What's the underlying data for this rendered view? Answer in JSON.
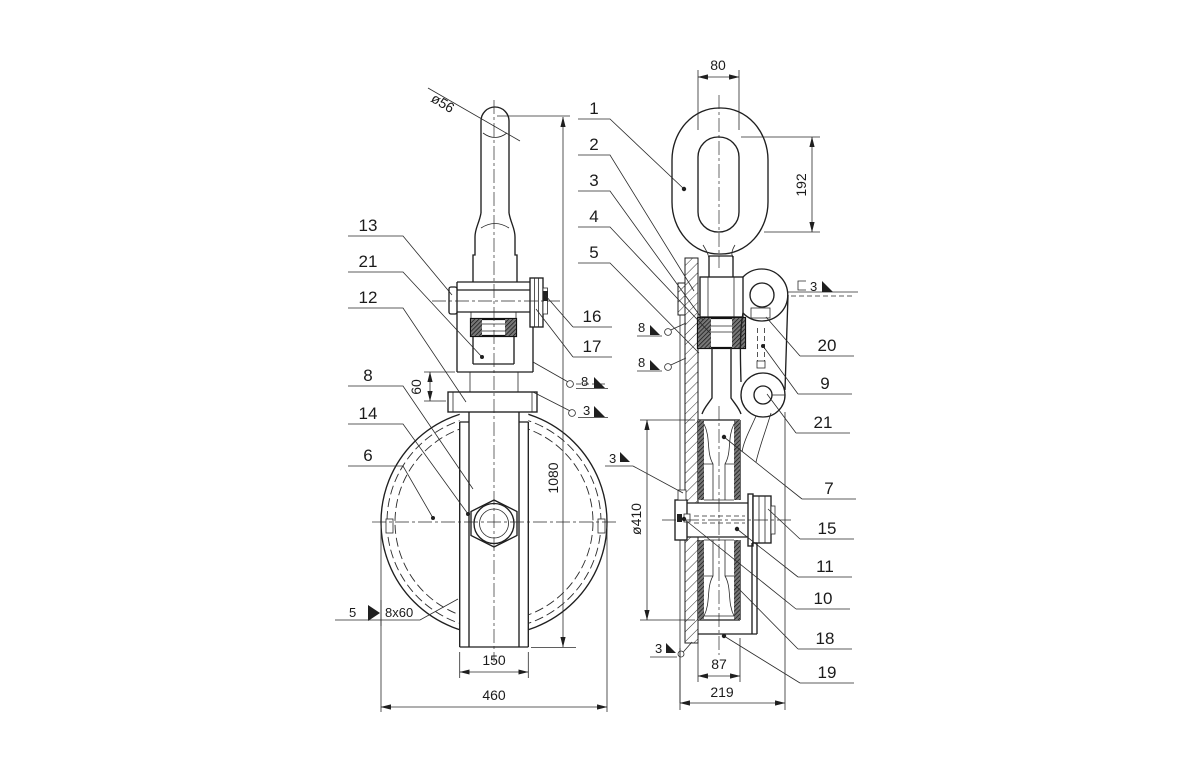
{
  "dimensions": {
    "shaft_dia": "ø56",
    "eye_width": "80",
    "eye_height": "192",
    "clevis_gap": "60",
    "overall_height": "1080",
    "strap_width": "150",
    "plate_width": "460",
    "sheave_dia": "ø410",
    "rim_width": "87",
    "side_width": "219"
  },
  "welds": {
    "pin_weld": "8",
    "band_weld": "3",
    "bottom_size": "5",
    "bottom_spec": "8x60",
    "side_top": "3",
    "side_plate_upper": "8",
    "side_plate_lower": "8",
    "side_boss": "3",
    "side_bottom": "3"
  },
  "callouts": {
    "c1": "1",
    "c2": "2",
    "c3": "3",
    "c4": "4",
    "c5": "5",
    "c6": "6",
    "c7": "7",
    "c8": "8",
    "c9": "9",
    "c10": "10",
    "c11": "11",
    "c12": "12",
    "c13": "13",
    "c14": "14",
    "c15": "15",
    "c16": "16",
    "c17": "17",
    "c18": "18",
    "c19": "19",
    "c20": "20",
    "c21_front": "21",
    "c21_side": "21"
  }
}
